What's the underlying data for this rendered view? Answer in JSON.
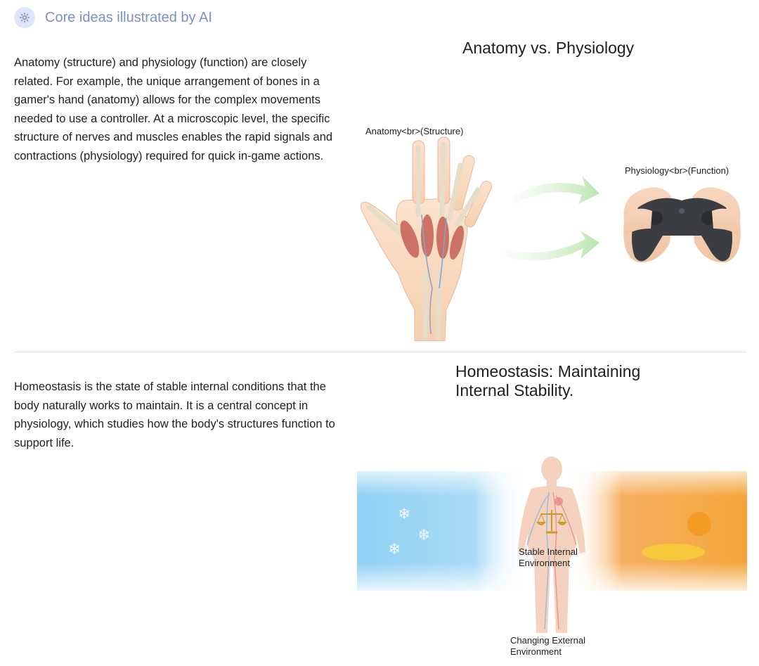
{
  "header": {
    "title": "Core ideas illustrated by AI",
    "icon": "sparkle-gear-icon"
  },
  "section1": {
    "paragraph": "Anatomy (structure) and physiology (function) are closely related. For example, the unique arrangement of bones in a gamer's hand (anatomy) allows for the complex movements needed to use a controller. At a microscopic level, the specific structure of nerves and muscles enables the rapid signals and contractions (physiology) required for quick in-game actions.",
    "figure": {
      "title": "Anatomy vs. Physiology",
      "label_left": "Anatomy<br>(Structure)",
      "label_right": "Physiology<br>(Function)"
    }
  },
  "section2": {
    "paragraph": "Homeostasis is the state of stable internal conditions that the body naturally works to maintain. It is a central concept in physiology, which studies how the body's structures function to support life.",
    "figure": {
      "title": "Homeostasis: Maintaining Internal Stability.",
      "label_center": "Stable Internal Environment",
      "label_bottom": "Changing External Environment"
    }
  },
  "colors": {
    "accent": "#7d8fc9",
    "icon_bg": "#dfe6fb",
    "cold": "#7ec8f2",
    "warm": "#f3a63b"
  }
}
